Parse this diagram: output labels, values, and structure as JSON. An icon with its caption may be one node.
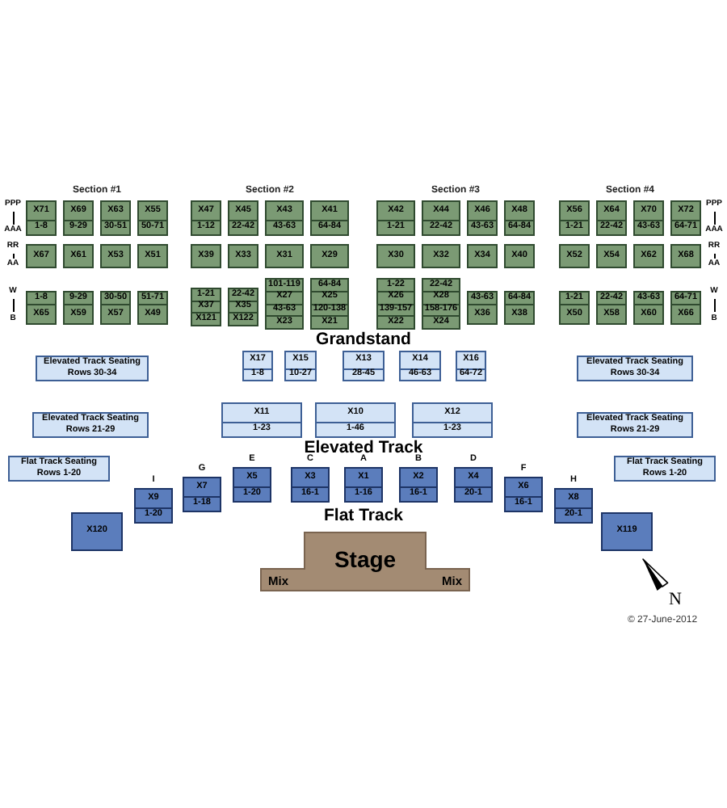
{
  "diagram": {
    "nodes": [
      {
        "text": [
          "X71",
          "1-8"
        ]
      },
      {
        "text": [
          "X69",
          "9-29"
        ]
      },
      {
        "text": [
          "X63",
          "30-51"
        ]
      },
      {
        "text": [
          "X55",
          "50-71"
        ]
      },
      {
        "text": [
          "X47",
          "1-12"
        ]
      },
      {
        "text": [
          "X45",
          "22-42"
        ]
      },
      {
        "text": [
          "X43",
          "43-63"
        ]
      },
      {
        "text": [
          "X41",
          "64-84"
        ]
      },
      {
        "text": [
          "X42",
          "1-21"
        ]
      },
      {
        "text": [
          "X44",
          "22-42"
        ]
      },
      {
        "text": [
          "X46",
          "43-63"
        ]
      },
      {
        "text": [
          "X48",
          "64-84"
        ]
      },
      {
        "text": [
          "X56",
          "1-21"
        ]
      },
      {
        "text": [
          "X64",
          "22-42"
        ]
      },
      {
        "text": [
          "X70",
          "43-63"
        ]
      },
      {
        "text": [
          "X72",
          "64-71"
        ]
      },
      {
        "text": [
          "X67"
        ]
      },
      {
        "text": [
          "X61"
        ]
      },
      {
        "text": [
          "X53"
        ]
      },
      {
        "text": [
          "X51"
        ]
      },
      {
        "text": [
          "X39"
        ]
      },
      {
        "text": [
          "X33"
        ]
      },
      {
        "text": [
          "X31"
        ]
      },
      {
        "text": [
          "X29"
        ]
      },
      {
        "text": [
          "X30"
        ]
      },
      {
        "text": [
          "X32"
        ]
      },
      {
        "text": [
          "X34"
        ]
      },
      {
        "text": [
          "X40"
        ]
      },
      {
        "text": [
          "X52"
        ]
      },
      {
        "text": [
          "X54"
        ]
      },
      {
        "text": [
          "X62"
        ]
      },
      {
        "text": [
          "X68"
        ]
      },
      {
        "text": [
          "1-8",
          "X65"
        ]
      },
      {
        "text": [
          "9-29",
          "X59"
        ]
      },
      {
        "text": [
          "30-50",
          "X57"
        ]
      },
      {
        "text": [
          "51-71",
          "X49"
        ]
      },
      {
        "text": [
          "1-21",
          "X37",
          "X121"
        ]
      },
      {
        "text": [
          "22-42",
          "X35",
          "X122"
        ]
      },
      {
        "text": [
          "101-119",
          "X27",
          "43-63",
          "X23"
        ]
      },
      {
        "text": [
          "64-84",
          "X25",
          "120-138",
          "X21"
        ]
      },
      {
        "text": [
          "1-22",
          "X26",
          "139-157",
          "X22"
        ]
      },
      {
        "text": [
          "22-42",
          "X28",
          "158-176",
          "X24"
        ]
      },
      {
        "text": [
          "43-63",
          "X36"
        ]
      },
      {
        "text": [
          "64-84",
          "X38"
        ]
      },
      {
        "text": [
          "1-21",
          "X50"
        ]
      },
      {
        "text": [
          "22-42",
          "X58"
        ]
      },
      {
        "text": [
          "43-63",
          "X60"
        ]
      },
      {
        "text": [
          "64-71",
          "X66"
        ]
      },
      {
        "text": [
          "Elevated Track Seating",
          "Rows 30-34"
        ]
      },
      {
        "text": [
          "X17",
          "1-8"
        ]
      },
      {
        "text": [
          "X15",
          "10-27"
        ]
      },
      {
        "text": [
          "X13",
          "28-45"
        ]
      },
      {
        "text": [
          "X14",
          "46-63"
        ]
      },
      {
        "text": [
          "X16",
          "64-72"
        ]
      },
      {
        "text": [
          "Elevated Track Seating",
          "Rows 30-34"
        ]
      },
      {
        "text": [
          "Elevated Track Seating",
          "Rows 21-29"
        ]
      },
      {
        "text": [
          "X11",
          "1-23"
        ]
      },
      {
        "text": [
          "X10",
          "1-46"
        ]
      },
      {
        "text": [
          "X12",
          "1-23"
        ]
      },
      {
        "text": [
          "Elevated Track Seating",
          "Rows 21-29"
        ]
      },
      {
        "text": [
          "Flat Track Seating",
          "Rows 1-20"
        ]
      },
      {
        "text": [
          "Flat Track Seating",
          "Rows 1-20"
        ]
      },
      {
        "text": [
          "X9",
          "1-20"
        ],
        "beside": [
          "I"
        ]
      },
      {
        "text": [
          "X7",
          "1-18"
        ],
        "beside": [
          "G"
        ]
      },
      {
        "text": [
          "X5",
          "1-20"
        ],
        "beside": [
          "E"
        ]
      },
      {
        "text": [
          "X3",
          "16-1"
        ],
        "beside": [
          "C"
        ]
      },
      {
        "text": [
          "X1",
          "1-16"
        ],
        "beside": [
          "A"
        ]
      },
      {
        "text": [
          "X2",
          "16-1"
        ],
        "beside": [
          "B"
        ]
      },
      {
        "text": [
          "X4",
          "20-1"
        ],
        "beside": [
          "D"
        ]
      },
      {
        "text": [
          "X6",
          "16-1"
        ],
        "beside": [
          "F"
        ]
      },
      {
        "text": [
          "X8",
          "20-1"
        ],
        "beside": [
          "H"
        ]
      },
      {
        "text": [
          "X120"
        ]
      },
      {
        "text": [
          "X119"
        ]
      },
      {
        "text": [
          "Stage",
          "Mix",
          "Mix"
        ]
      }
    ],
    "labels": [
      "Section #1",
      "Section #2",
      "Section #3",
      "Section #4",
      "PPP",
      "AAA",
      "RR",
      "AA",
      "W",
      "B",
      "PPP",
      "AAA",
      "RR",
      "AA",
      "W",
      "B",
      "Grandstand",
      "Elevated Track",
      "Flat Track",
      "N",
      "© 27-June-2012"
    ]
  }
}
